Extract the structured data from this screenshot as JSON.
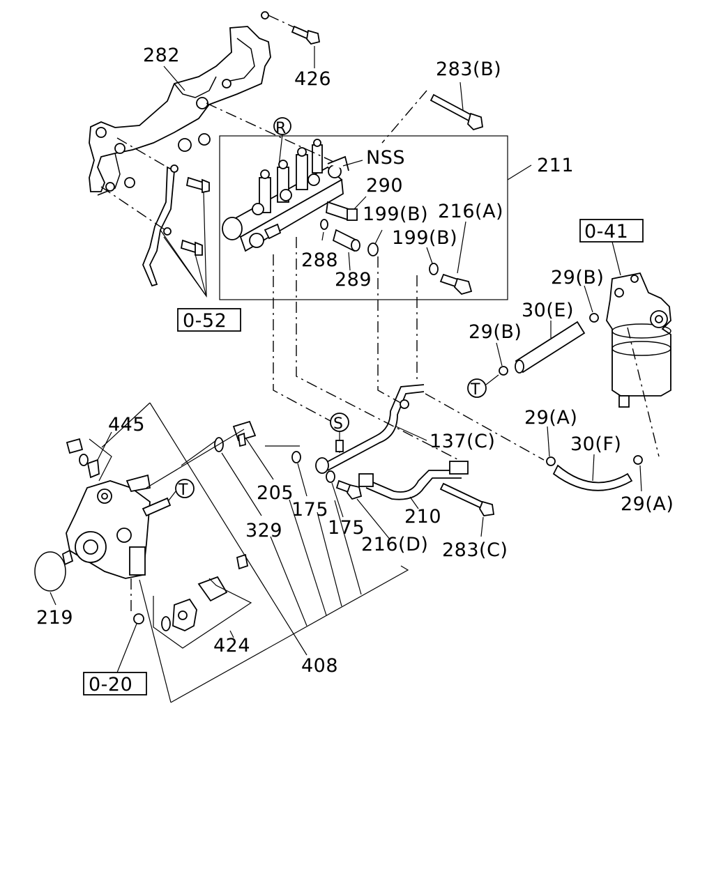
{
  "callouts": {
    "c282": "282",
    "c426": "426",
    "c283B": "283(B)",
    "cR": "R",
    "cNSS": "NSS",
    "c211": "211",
    "c290": "290",
    "c199B1": "199(B)",
    "c216A": "216(A)",
    "c199B2": "199(B)",
    "c288": "288",
    "c289": "289",
    "c052": "0-52",
    "c041": "0-41",
    "c29B1": "29(B)",
    "c30E": "30(E)",
    "c29B2": "29(B)",
    "cT1": "T",
    "c29A1": "29(A)",
    "c30F": "30(F)",
    "c29A2": "29(A)",
    "c445": "445",
    "cS": "S",
    "c137C": "137(C)",
    "cT2": "T",
    "c205": "205",
    "c175a": "175",
    "c175b": "175",
    "c210": "210",
    "c329": "329",
    "c216D": "216(D)",
    "c283C": "283(C)",
    "c219": "219",
    "c424": "424",
    "c408": "408",
    "c020": "0-20"
  }
}
